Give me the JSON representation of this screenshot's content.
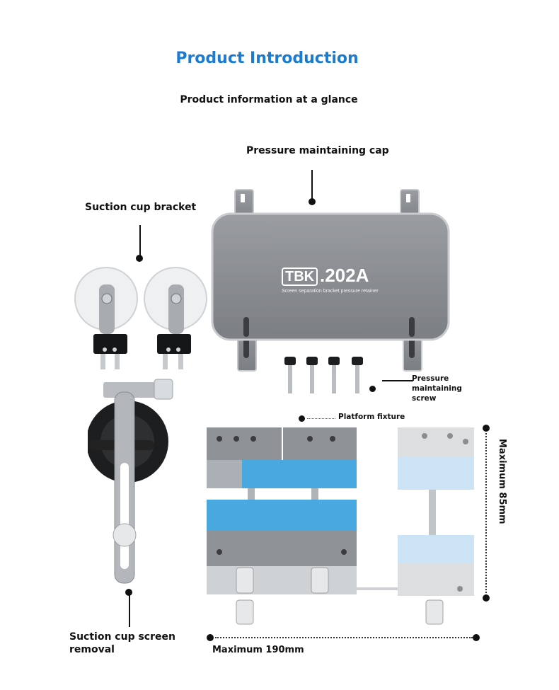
{
  "header": {
    "title": "Product Introduction",
    "subtitle": "Product information at a glance"
  },
  "labels": {
    "pressure_cap": "Pressure maintaining cap",
    "suction_bracket": "Suction cup bracket",
    "pressure_screw": "Pressure maintaining screw",
    "platform_fixture": "Platform fixture",
    "suction_removal": "Suction cup screen removal",
    "max_height": "Maximum 85mm",
    "max_width": "Maximum 190mm"
  },
  "plate": {
    "brand": "TBK",
    "model": ".202A",
    "tagline": "Screen separation bracket pressure retainer"
  },
  "colors": {
    "title_blue": "#1a7bd1",
    "plate_gray": "#8c8f94",
    "pad_blue": "#4aa8e0",
    "metal_light": "#d9dcdf"
  }
}
